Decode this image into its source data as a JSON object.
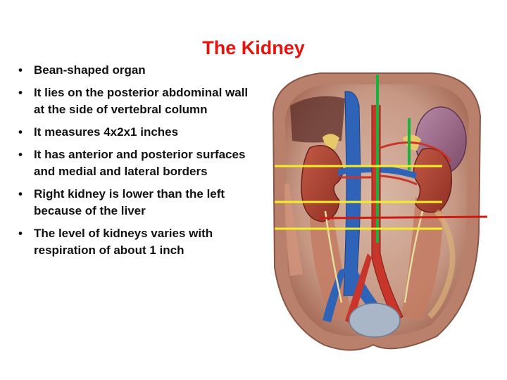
{
  "slide": {
    "title": "The Kidney",
    "bullets": [
      "Bean-shaped organ",
      "It lies on the posterior abdominal wall at the side of vertebral column",
      "It measures 4x2x1 inches",
      "It has anterior and posterior surfaces and medial and lateral borders",
      "Right kidney is lower than the left because of the liver",
      "The level of kidneys varies with respiration of about 1 inch"
    ],
    "bullet_symbol": "•"
  },
  "figure": {
    "subject": "anatomical illustration of the posterior abdominal wall",
    "overlay_line_colors": {
      "vertical": "#18b33c",
      "horizontal": "#f2ee2a",
      "diagonal": "#cc1a14"
    }
  }
}
